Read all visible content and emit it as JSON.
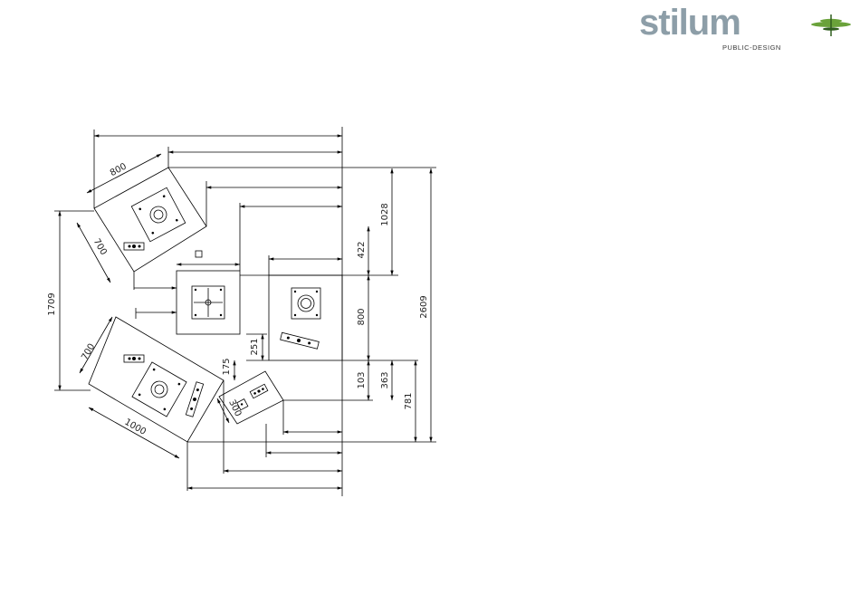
{
  "brand": {
    "name": "stilum",
    "tagline": "PUBLIC-DESIGN",
    "word_color": "#8d9ea8",
    "leaf_color": "#6aa23a",
    "dark_leaf_color": "#2f5d1e"
  },
  "dimensions": {
    "d800_top": "800",
    "d700_left": "700",
    "d1709": "1709",
    "d700_lower": "700",
    "d1000": "1000",
    "d1028": "1028",
    "d422": "422",
    "d800_right": "800",
    "d2609": "2609",
    "d251": "251",
    "d175": "175",
    "d103": "103",
    "d363": "363",
    "d781": "781",
    "d300": "300"
  }
}
